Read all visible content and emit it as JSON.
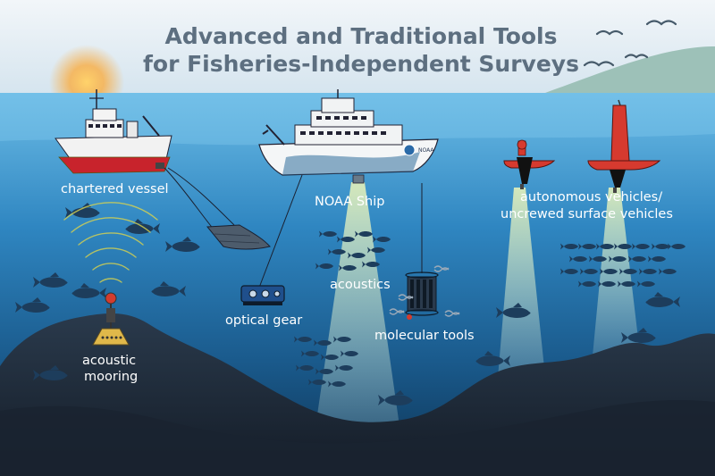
{
  "title": {
    "line1": "Advanced and Traditional Tools",
    "line2": "for Fisheries-Independent Surveys"
  },
  "labels": {
    "chartered_vessel": "chartered vessel",
    "noaa_ship": "NOAA Ship",
    "autonomous_line1": "autonomous vehicles/",
    "autonomous_line2": "uncrewed surface vehicles",
    "acoustics": "acoustics",
    "optical_gear": "optical gear",
    "molecular_tools": "molecular tools",
    "acoustic_mooring_line1": "acoustic",
    "acoustic_mooring_line2": "mooring"
  },
  "ship_markings": {
    "hull_text": "NOAA"
  },
  "colors": {
    "sky": "#dde9f2",
    "water_surface": "#5fb2e0",
    "water_deep": "#0f3e63",
    "seafloor": "#1f2b3a",
    "title": "#5d6f80",
    "vessel_hull": "#c8232c",
    "usv_red": "#d63a2f",
    "beam": "#e8f2b0",
    "fish": "#1d3d5c",
    "mooring_yellow": "#e0b84a"
  }
}
